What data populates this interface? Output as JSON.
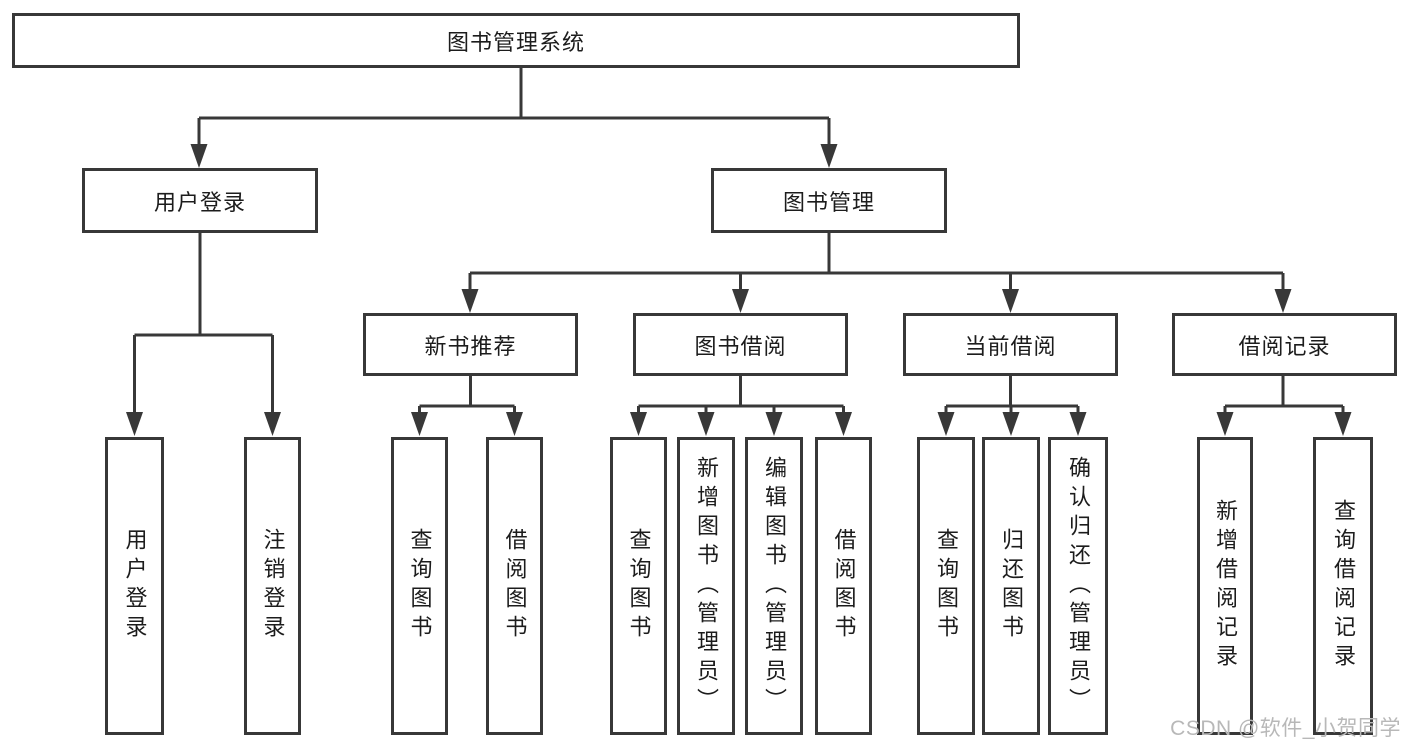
{
  "diagram": {
    "root": {
      "label": "图书管理系统"
    },
    "level2": {
      "user_login": {
        "label": "用户登录"
      },
      "book_mgmt": {
        "label": "图书管理"
      }
    },
    "level3": {
      "new_book_rec": {
        "label": "新书推荐"
      },
      "book_borrow": {
        "label": "图书借阅"
      },
      "current_borrow": {
        "label": "当前借阅"
      },
      "borrow_records": {
        "label": "借阅记录"
      }
    },
    "leaves": {
      "user_login_leaf": {
        "label": "用户登录"
      },
      "logout": {
        "label": "注销登录"
      },
      "rec_query_book": {
        "label": "查询图书"
      },
      "rec_borrow_book": {
        "label": "借阅图书"
      },
      "bb_query_book": {
        "label": "查询图书"
      },
      "bb_add_book": {
        "label": "新增图书（管理员）"
      },
      "bb_edit_book": {
        "label": "编辑图书（管理员）"
      },
      "bb_borrow_book": {
        "label": "借阅图书"
      },
      "cb_query_book": {
        "label": "查询图书"
      },
      "cb_return_book": {
        "label": "归还图书"
      },
      "cb_confirm_return": {
        "label": "确认归还（管理员）"
      },
      "br_add_record": {
        "label": "新增借阅记录"
      },
      "br_query_record": {
        "label": "查询借阅记录"
      }
    }
  },
  "watermark": {
    "text": "CSDN @软件_小贺同学"
  },
  "colors": {
    "line": "#383838",
    "box_border": "#383838",
    "text": "#1c1c1c",
    "watermark": "#b8b8b8",
    "background": "#ffffff"
  }
}
